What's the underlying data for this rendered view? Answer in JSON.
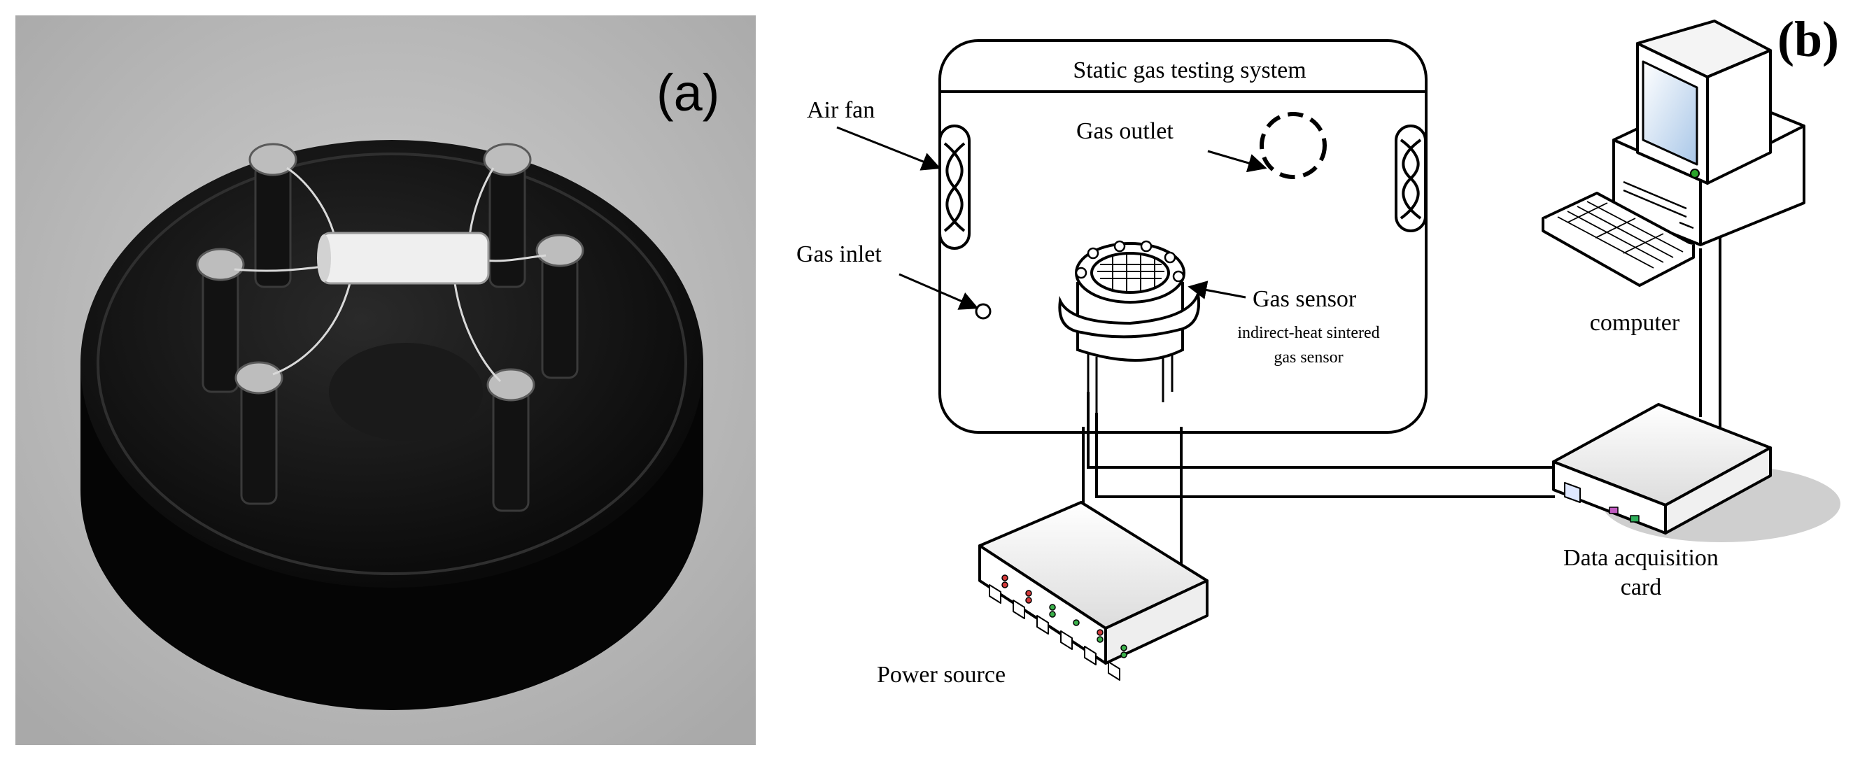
{
  "panel_a": {
    "label": "(a)"
  },
  "panel_b": {
    "label": "(b)",
    "system_title": "Static gas testing system",
    "air_fan": "Air fan",
    "gas_outlet": "Gas outlet",
    "gas_inlet": "Gas inlet",
    "gas_sensor": "Gas sensor",
    "sensor_note_1": "indirect-heat sintered",
    "sensor_note_2": "gas sensor",
    "computer": "computer",
    "daq_1": "Data acquisition",
    "daq_2": "card",
    "power_source": "Power source"
  }
}
